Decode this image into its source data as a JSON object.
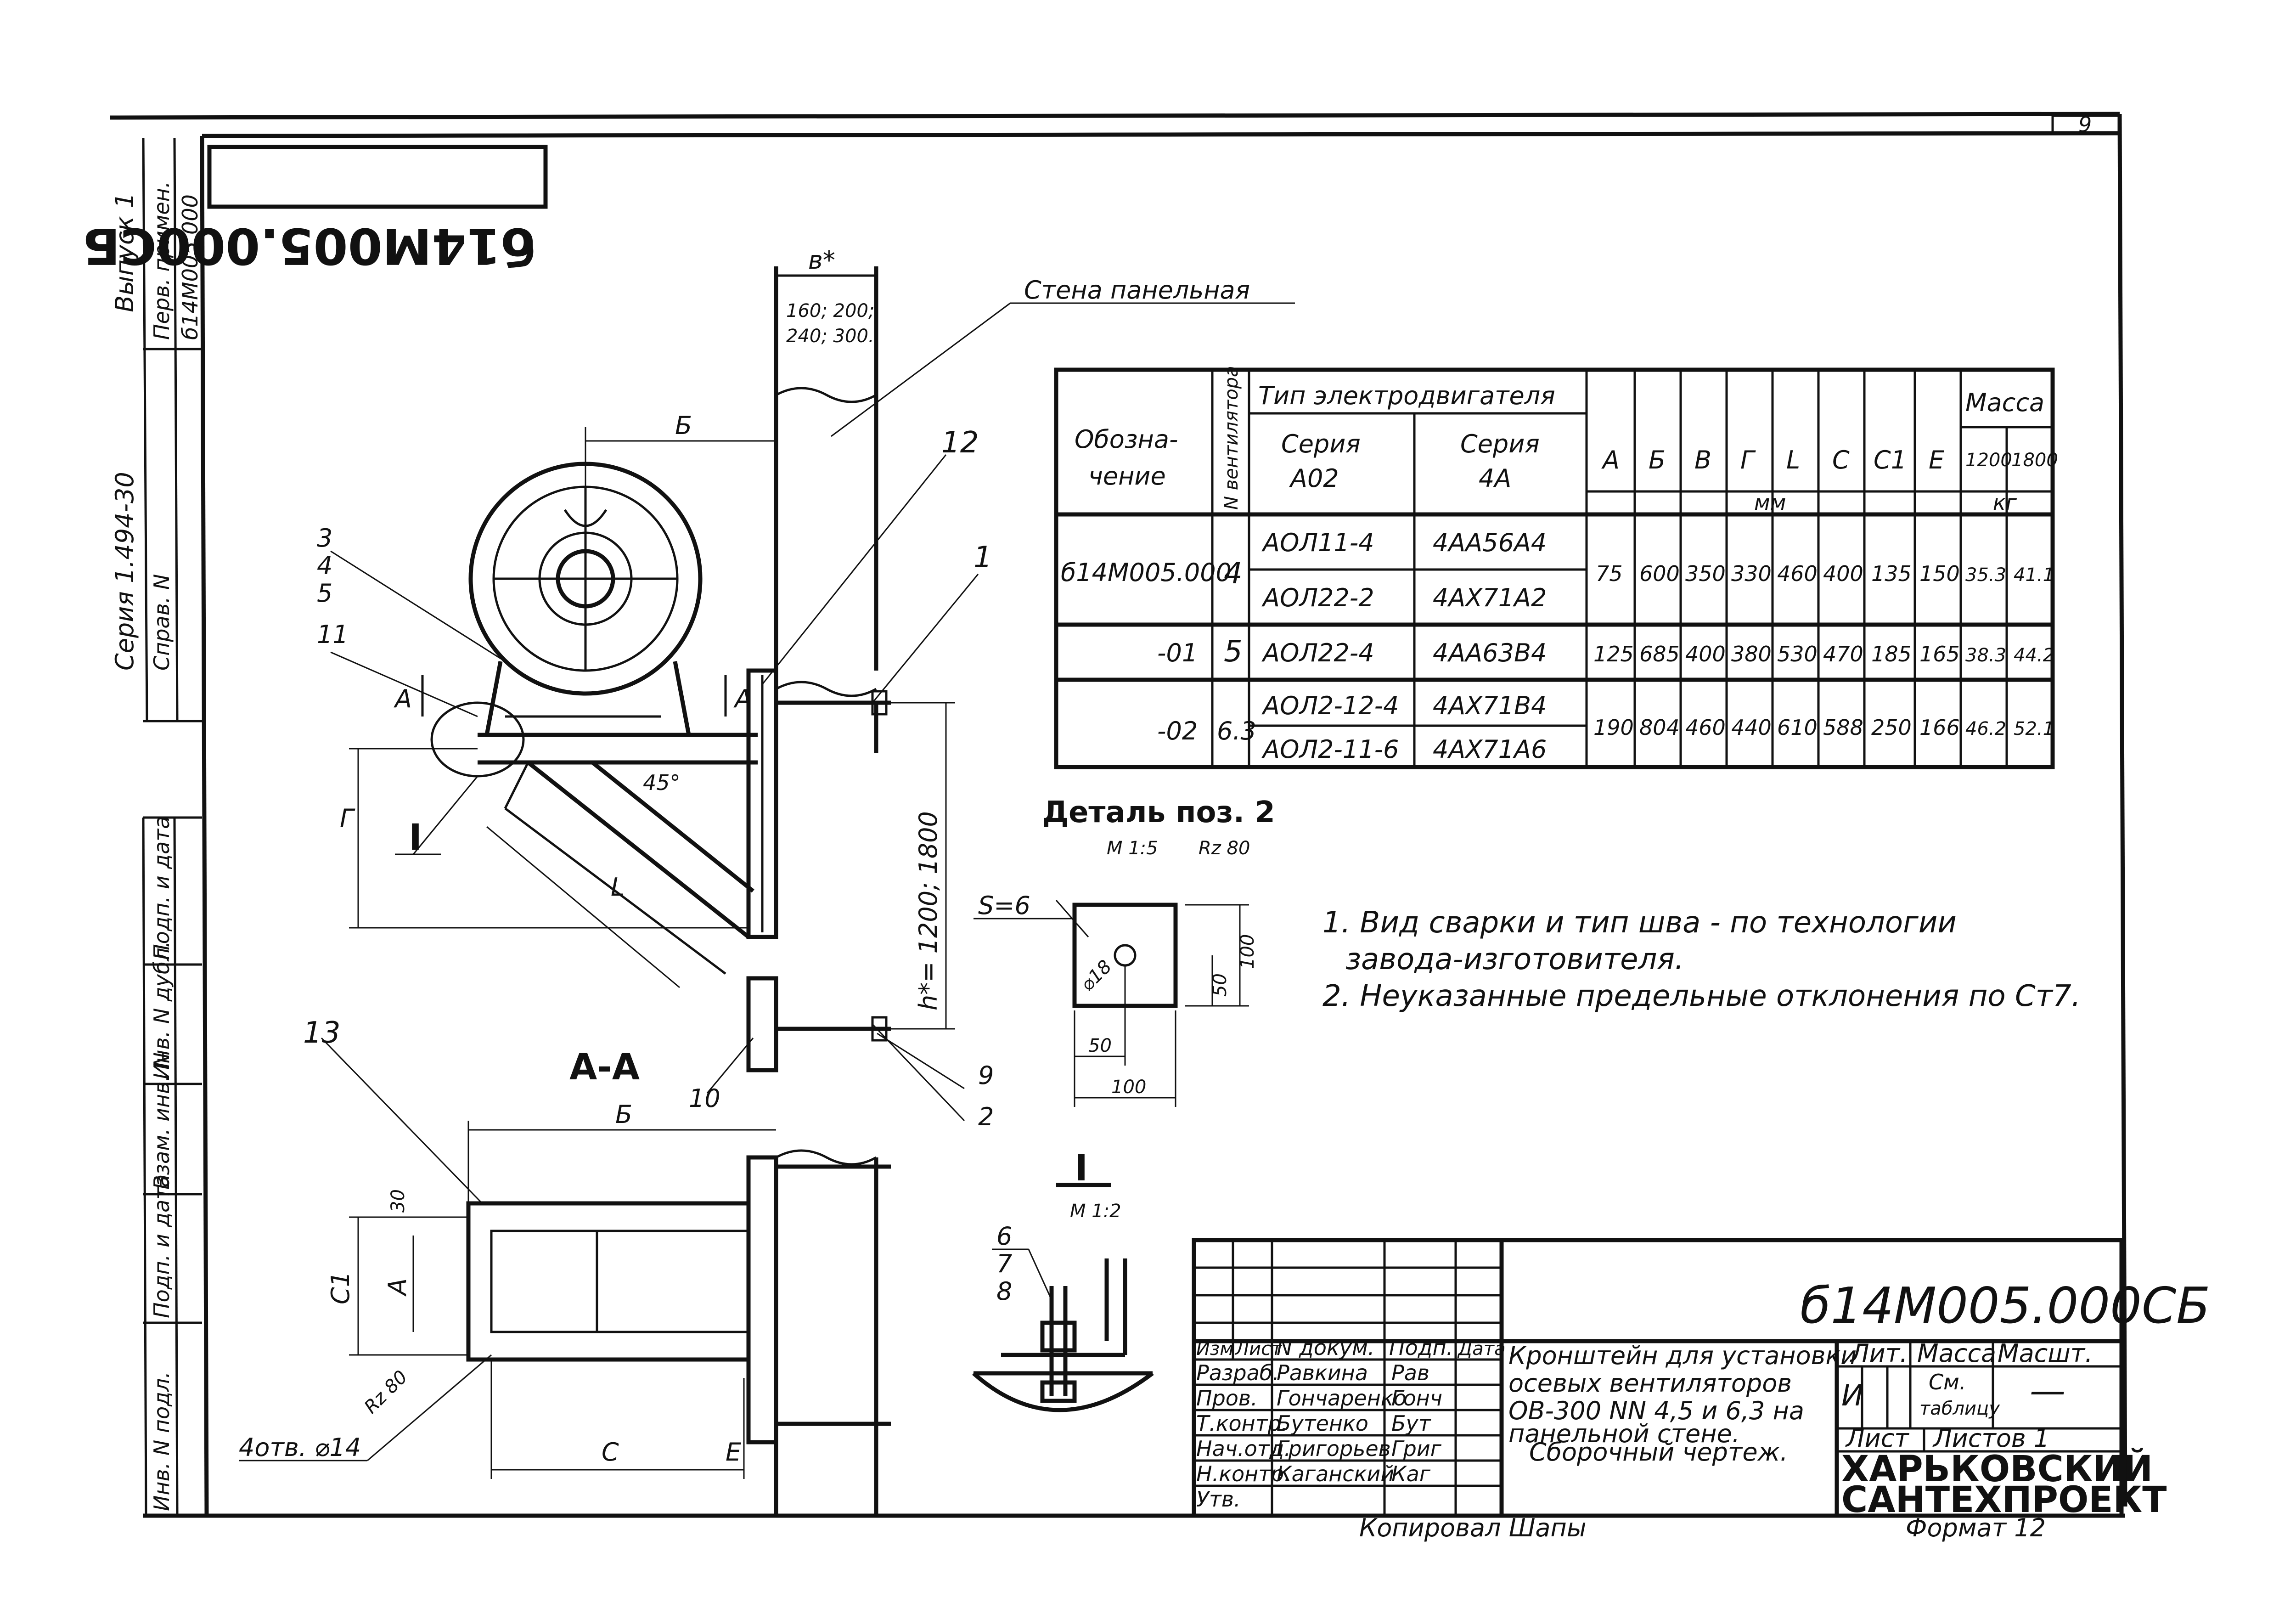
{
  "sheet": {
    "page_number": "9",
    "stamp_code": "б14М005.000СБ",
    "left_margin": {
      "issue": "Выпуск 1",
      "first_use_label": "Перв. примен.",
      "first_use_value": "б14М005.000",
      "series": "Серия 1.494-30",
      "reference_label": "Справ. N",
      "field_labels": [
        "Инв. N подл.",
        "Подп. и дата",
        "Взам. инв. N",
        "Инв. N дубл.",
        "Подп. и дата"
      ]
    }
  },
  "drawing": {
    "wall_label": "Стена панельная",
    "wall_thickness_label": "в*",
    "wall_thickness_values": [
      "160; 200;",
      "240; 300."
    ],
    "dim_b": "Б",
    "dim_g": "Г",
    "dim_l": "L",
    "dim_a": "А",
    "dim_h": "h*= 1200; 1800",
    "angle": "45°",
    "section_mark": "I",
    "positions": [
      "12",
      "1",
      "3",
      "4",
      "5",
      "11",
      "10",
      "9",
      "2",
      "13"
    ],
    "section_aa": {
      "title": "А-А",
      "dim_b": "Б",
      "dim_30": "30",
      "dim_a": "А",
      "dim_c1": "С1",
      "dim_c": "С",
      "dim_e": "Е",
      "roughness": "Rz 80",
      "holes": "4отв. ⌀14"
    },
    "detail_pos2": {
      "title": "Деталь поз. 2",
      "scale": "М 1:5",
      "roughness": "Rz 80",
      "thickness": "S=6",
      "hole": "⌀18",
      "dim_100_v": "100",
      "dim_50_v": "50",
      "dim_50_h": "50",
      "dim_100_h": "100"
    },
    "detail_i": {
      "title": "I",
      "scale": "М 1:2",
      "positions": [
        "6",
        "7",
        "8"
      ]
    }
  },
  "notes": [
    "1. Вид сварки и тип шва - по технологии",
    "завода-изготовителя.",
    "2. Неуказанные предельные отклонения по Ст7."
  ],
  "spec_table": {
    "header": {
      "designation": [
        "Обозна-",
        "чение"
      ],
      "fan_number": "N вентилятора",
      "motor_type": "Тип электродвигателя",
      "series_a02": [
        "Серия",
        "А02"
      ],
      "series_4a": [
        "Серия",
        "4А"
      ],
      "dim_columns": [
        "А",
        "Б",
        "В",
        "Г",
        "L",
        "С",
        "С1",
        "Е"
      ],
      "mass": "Масса",
      "mass_columns": [
        "1200",
        "1800"
      ],
      "unit_mm": "мм",
      "unit_kg": "кг"
    },
    "rows": [
      {
        "designation": "б14М005.000",
        "fan": "4",
        "motors_a02": [
          "АОЛ11-4",
          "АОЛ22-2"
        ],
        "motors_4a": [
          "4АА56А4",
          "4АХ71А2"
        ],
        "dims": [
          "75",
          "600",
          "350",
          "330",
          "460",
          "400",
          "135",
          "150"
        ],
        "mass": [
          "35.3",
          "41.1"
        ]
      },
      {
        "designation": "-01",
        "fan": "5",
        "motors_a02": [
          "АОЛ22-4"
        ],
        "motors_4a": [
          "4АА63В4"
        ],
        "dims": [
          "125",
          "685",
          "400",
          "380",
          "530",
          "470",
          "185",
          "165"
        ],
        "mass": [
          "38.3",
          "44.2"
        ]
      },
      {
        "designation": "-02",
        "fan": "6.3",
        "motors_a02": [
          "АОЛ2-12-4",
          "АОЛ2-11-6"
        ],
        "motors_4a": [
          "4АХ71В4",
          "4АХ71А6"
        ],
        "dims": [
          "190",
          "804",
          "460",
          "440",
          "610",
          "588",
          "250",
          "166"
        ],
        "mass": [
          "46.2",
          "52.1"
        ]
      }
    ]
  },
  "title_block": {
    "code": "б14М005.000СБ",
    "title_lines": [
      "Кронштейн для установки",
      "осевых вентиляторов",
      "ОВ-300 NN 4,5 и 6,3 на",
      "панельной стене.",
      "Сборочный чертеж."
    ],
    "col_headers": [
      "Изм",
      "Лист",
      "N докум.",
      "Подп.",
      "Дата"
    ],
    "roles": [
      {
        "role": "Разраб.",
        "name": "Равкина",
        "sign": "Рав"
      },
      {
        "role": "Пров.",
        "name": "Гончаренко",
        "sign": "Гонч"
      },
      {
        "role": "Т.контр.",
        "name": "Бутенко",
        "sign": "Бут"
      },
      {
        "role": "Нач.отд.",
        "name": "Григорьев",
        "sign": "Григ"
      },
      {
        "role": "Н.контр.",
        "name": "Каганский",
        "sign": "Каг"
      },
      {
        "role": "Утв.",
        "name": "",
        "sign": ""
      }
    ],
    "lit_label": "Лит.",
    "mass_label": "Масса",
    "scale_label": "Масшт.",
    "lit_value": "И",
    "mass_value": [
      "См.",
      "таблицу"
    ],
    "scale_value": "—",
    "sheet_label": "Лист",
    "sheets_label": "Листов 1",
    "organization": [
      "ХАРЬКОВСКИЙ",
      "САНТЕХПРОЕКТ"
    ],
    "copied_by": "Копировал  Шапы",
    "format": "Формат 12"
  }
}
